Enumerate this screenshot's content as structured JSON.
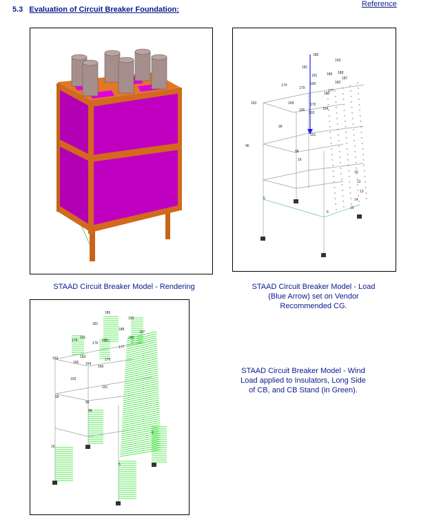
{
  "section": {
    "number": "5.3",
    "title": "Evaluation of Circuit Breaker Foundation:"
  },
  "reference_link": "Reference",
  "figures": [
    {
      "caption_lines": [
        "STAAD Circuit Breaker Model - Rendering"
      ]
    },
    {
      "caption_lines": [
        "STAAD Circuit Breaker Model - Load",
        "(Blue Arrow) set on Vendor",
        "Recommended CG."
      ]
    },
    {
      "caption_lines": [
        "STAAD Circuit Breaker Model - Wind",
        "Load applied to Insulators, Long Side",
        "of CB, and CB Stand (in Green)."
      ]
    }
  ],
  "model_node_labels": {
    "load_model": [
      "185",
      "193",
      "181",
      "188",
      "186",
      "187",
      "174",
      "191",
      "179",
      "190",
      "182",
      "183",
      "177",
      "163",
      "169",
      "170",
      "164",
      "166",
      "103",
      "101",
      "99",
      "96",
      "98",
      "16",
      "5",
      "6",
      "10",
      "12",
      "13",
      "14",
      "15"
    ],
    "wind_model": [
      "185",
      "193",
      "181",
      "188",
      "187",
      "191",
      "174",
      "190",
      "182",
      "176",
      "177",
      "163",
      "169",
      "170",
      "165",
      "164",
      "166",
      "103",
      "101",
      "99",
      "96",
      "98",
      "16",
      "5",
      "6"
    ]
  },
  "colors": {
    "heading": "#0a1a8c",
    "panel": "#b800b8",
    "frame": "#d2691e",
    "insulator": "#a08c8c",
    "wind": "#22dd22",
    "load_arrow": "#1a1aff"
  }
}
